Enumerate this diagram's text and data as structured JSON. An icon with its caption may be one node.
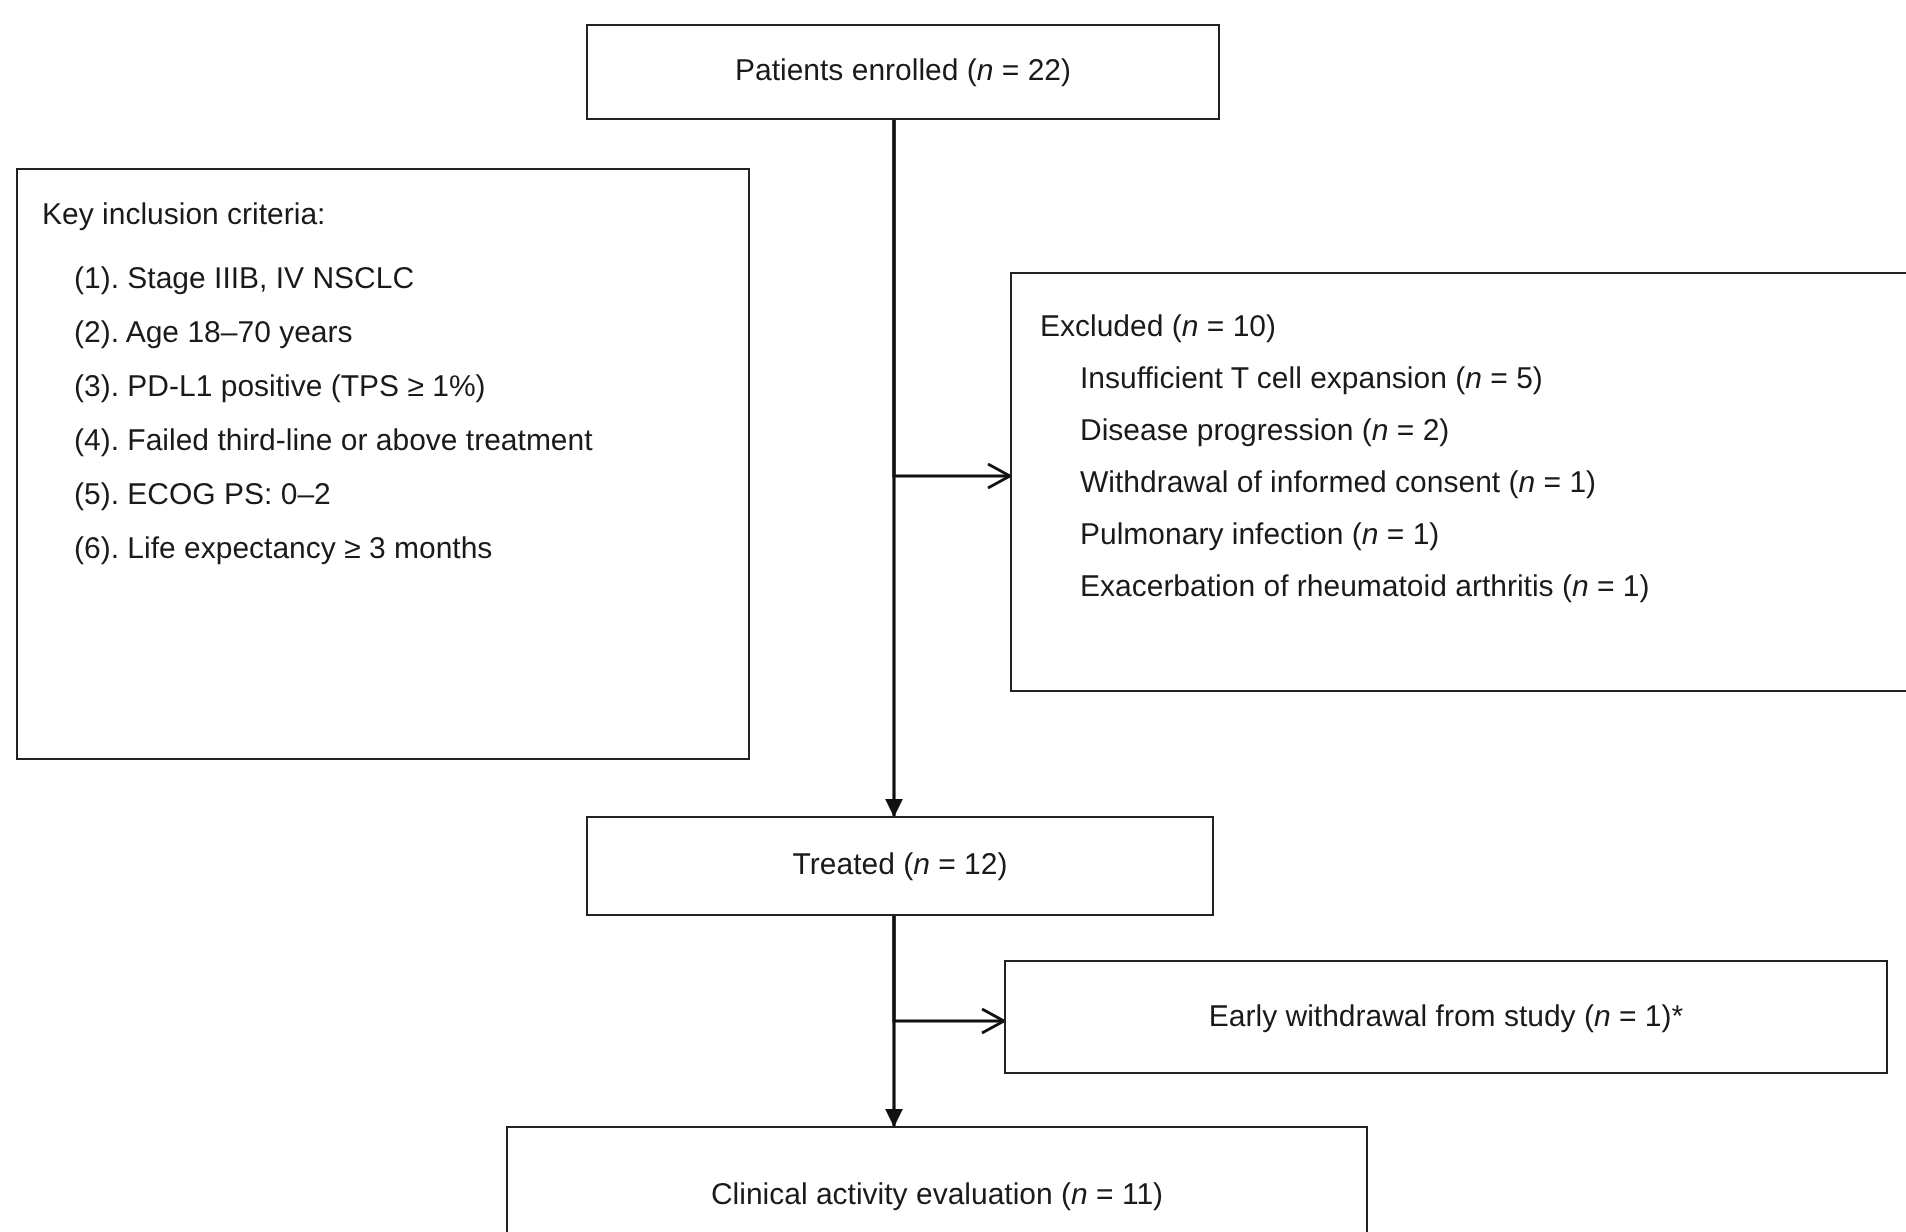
{
  "diagram": {
    "nodes": [
      {
        "text": [
          "Patients enrolled (*n* = 22)"
        ]
      },
      {
        "text": [
          "Key inclusion criteria:",
          "(1). Stage IIIB, IV NSCLC",
          "(2). Age 18–70 years",
          "(3). PD-L1 positive (TPS ≥ 1%)",
          "(4). Failed third-line or above treatment",
          "(5). ECOG PS: 0–2",
          "(6). Life expectancy ≥ 3 months"
        ]
      },
      {
        "text": [
          "Excluded (*n* = 10)",
          "Insufficient T cell expansion (*n* = 5)",
          "Disease progression (*n* = 2)",
          "Withdrawal of informed consent (*n* = 1)",
          "Pulmonary infection (*n* = 1)",
          "Exacerbation of rheumatoid arthritis (*n* = 1)"
        ]
      },
      {
        "text": [
          "Treated (*n* = 12)"
        ]
      },
      {
        "text": [
          "Early withdrawal from study (*n* = 1)*"
        ]
      },
      {
        "text": [
          "Clinical activity evaluation (*n* = 11)"
        ]
      }
    ],
    "edges": [
      {
        "from": 0,
        "to": 3,
        "arrow": "to"
      },
      {
        "from": 0,
        "to": 2,
        "arrow": "to"
      },
      {
        "from": 3,
        "to": 5,
        "arrow": "to"
      },
      {
        "from": 3,
        "to": 4,
        "arrow": "to"
      }
    ]
  }
}
